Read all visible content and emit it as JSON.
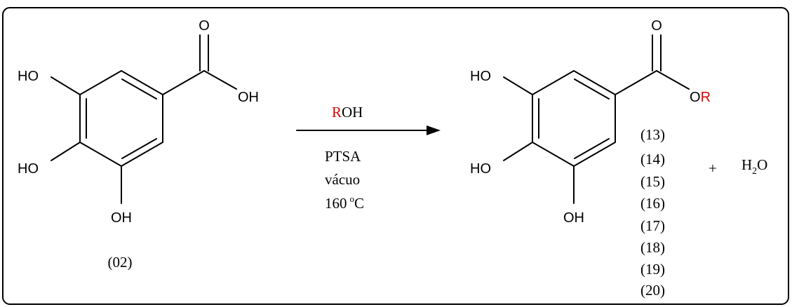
{
  "reactant": {
    "label": "(02)",
    "atoms": {
      "carbonyl_o": "O",
      "acid_oh": "OH",
      "oh_top": "HO",
      "oh_mid": "HO",
      "oh_bottom": "OH"
    }
  },
  "reaction": {
    "reagent_r": "R",
    "reagent_oh": "OH",
    "catalyst": "PTSA",
    "condition_pressure": "vácuo",
    "condition_temp_value": "160",
    "condition_temp_degree": "o",
    "condition_temp_unit": "C"
  },
  "product": {
    "atoms": {
      "carbonyl_o": "O",
      "ester_o": "O",
      "ester_r": "R",
      "oh_top": "HO",
      "oh_mid": "HO",
      "oh_bottom": "OH"
    },
    "compound_numbers": [
      "(13)",
      "(14)",
      "(15)",
      "(16)",
      "(17)",
      "(18)",
      "(19)",
      "(20)"
    ]
  },
  "byproduct": {
    "plus": "+",
    "h": "H",
    "sub": "2",
    "o": "O"
  },
  "colors": {
    "r_group": "#e00000",
    "ink": "#000000"
  }
}
